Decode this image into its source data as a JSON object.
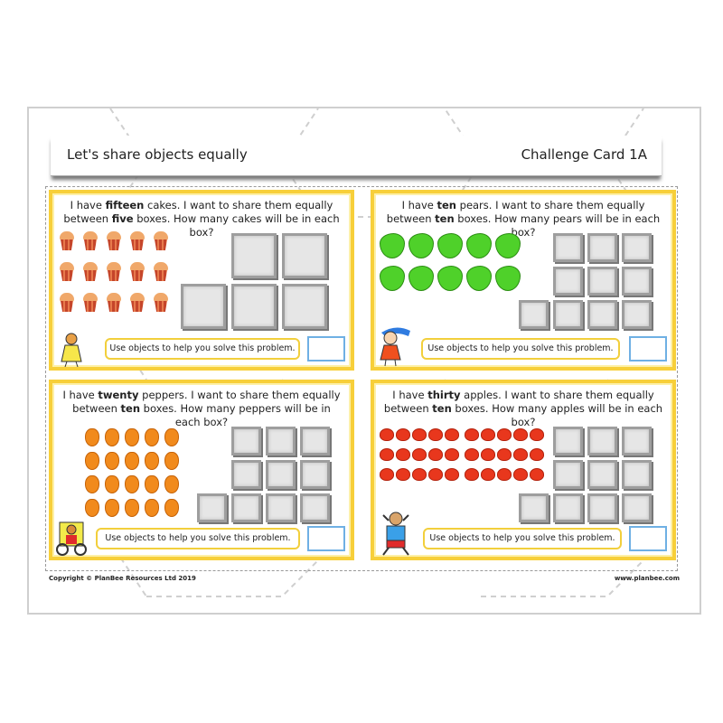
{
  "header": {
    "title": "Let's share objects equally",
    "card_label": "Challenge Card 1A"
  },
  "cards": [
    {
      "id": "cakes",
      "line_a": "I have ",
      "num1": "fifteen",
      "line_b": " cakes. I want to share them equally between ",
      "num2": "five",
      "line_c": " boxes. How many cakes will be in each box?",
      "item_count": 15,
      "item_icon": "cupcake-icon",
      "box_count": 5,
      "hint": "Use objects to help you solve this problem."
    },
    {
      "id": "pears",
      "line_a": "I have ",
      "num1": "ten",
      "line_b": " pears. I want to share them equally between ",
      "num2": "ten",
      "line_c": " boxes. How many pears will be in each box?",
      "item_count": 10,
      "item_icon": "pear-icon",
      "box_count": 10,
      "hint": "Use objects to help you solve this problem."
    },
    {
      "id": "peppers",
      "line_a": "I have ",
      "num1": "twenty",
      "line_b": " peppers. I want to share them equally between ",
      "num2": "ten",
      "line_c": " boxes. How many peppers will be in each box?",
      "item_count": 20,
      "item_icon": "pepper-icon",
      "box_count": 10,
      "hint": "Use objects to help you solve this problem."
    },
    {
      "id": "apples",
      "line_a": "I have ",
      "num1": "thirty",
      "line_b": " apples. I want to share them equally between ",
      "num2": "ten",
      "line_c": " boxes. How many apples will be in each box?",
      "item_count": 30,
      "item_icon": "apple-icon",
      "box_count": 10,
      "hint": "Use objects to help you solve this problem."
    }
  ],
  "footer": {
    "copyright": "Copyright © PlanBee Resources Ltd 2019",
    "website": "www.planbee.com"
  },
  "colors": {
    "card_border": "#f7cf3a",
    "answer_border": "#6fb0e4"
  }
}
